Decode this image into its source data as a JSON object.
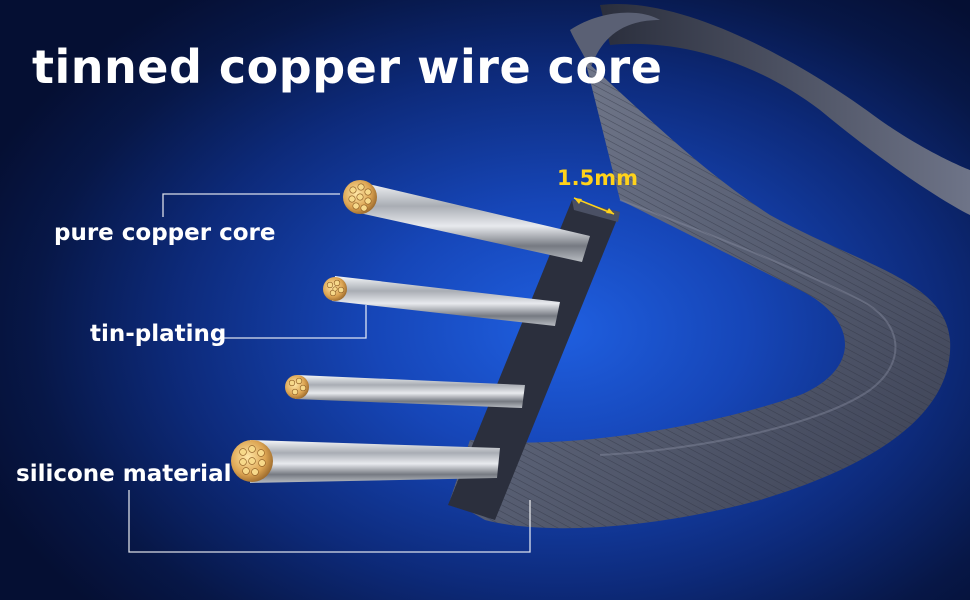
{
  "title": "tinned copper wire core",
  "labels": {
    "pure_copper_core": "pure copper core",
    "tin_plating": "tin-plating",
    "silicone_material": "silicone material"
  },
  "dimension": "1.5mm",
  "colors": {
    "background": "#1646b8",
    "dimension_text": "#ffd21a",
    "cable": "#5c6478",
    "copper": "#d9a24a"
  }
}
